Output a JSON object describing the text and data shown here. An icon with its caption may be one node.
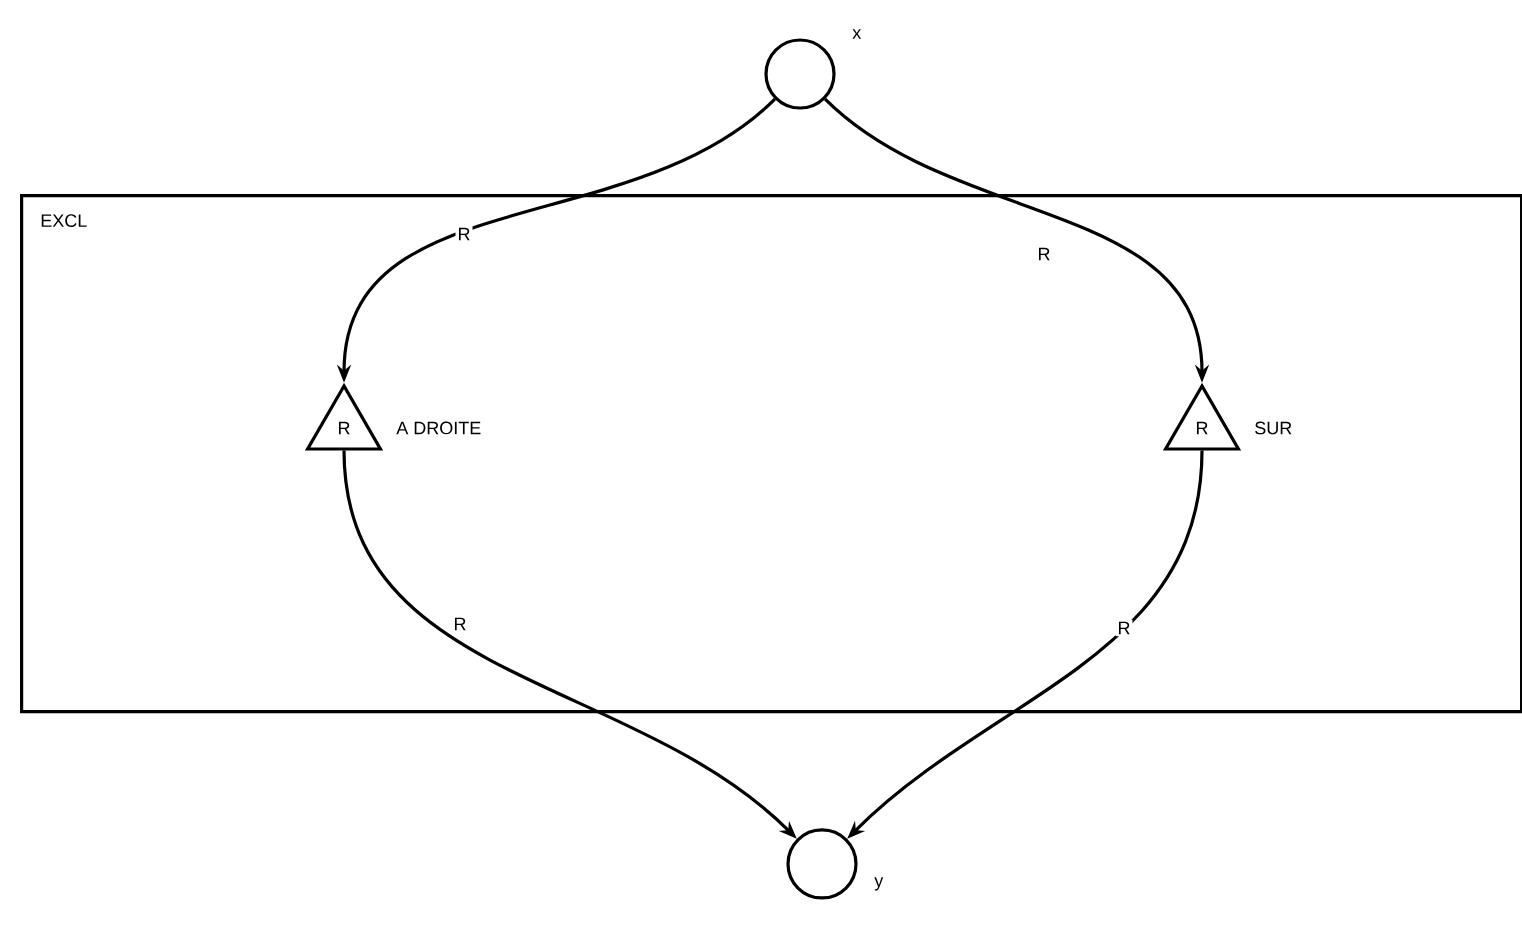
{
  "diagram": {
    "nodes": [
      {
        "text": [
          "EXCL"
        ]
      },
      {
        "text": [],
        "shape": "circle",
        "beside": [
          "x"
        ]
      },
      {
        "text": [
          "R"
        ],
        "in": 0,
        "beside": [
          "A DROITE"
        ]
      },
      {
        "text": [
          "R"
        ],
        "in": 0,
        "beside": [
          "SUR"
        ]
      },
      {
        "text": [],
        "shape": "circle",
        "beside": [
          "y"
        ]
      }
    ],
    "edges": [
      {
        "from": 1,
        "to": 2,
        "arrow": "to",
        "label": "R"
      },
      {
        "from": 1,
        "to": 3,
        "arrow": "to",
        "label": "R"
      },
      {
        "from": 2,
        "to": 4,
        "arrow": "to",
        "label": "R"
      },
      {
        "from": 3,
        "to": 4,
        "arrow": "to",
        "label": "R"
      }
    ]
  }
}
